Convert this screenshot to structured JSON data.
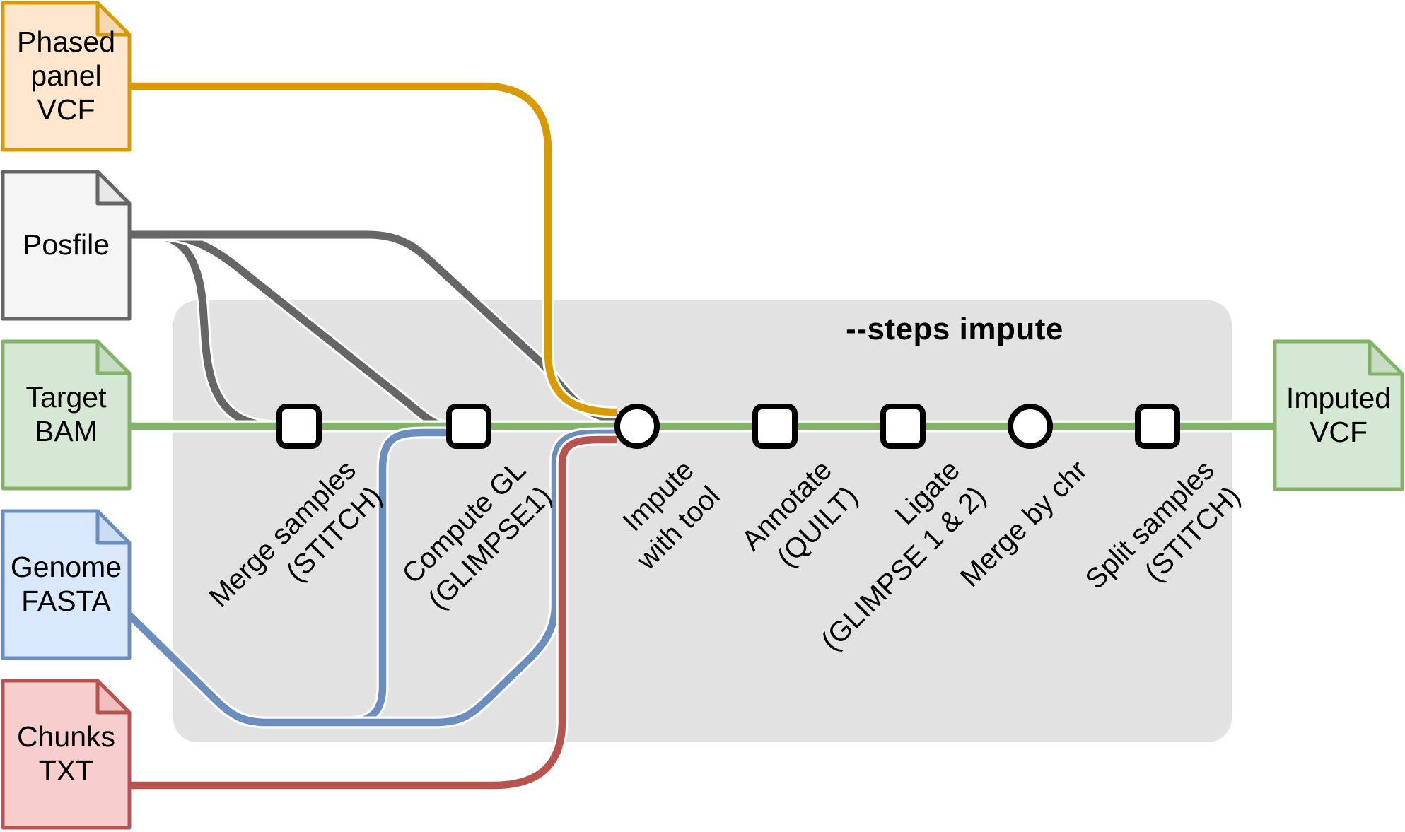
{
  "title": "--steps impute",
  "colors": {
    "accent_orange": "#D79B00",
    "accent_gray": "#666666",
    "accent_green": "#82B366",
    "accent_blue": "#6C8EBF",
    "accent_red": "#B85450",
    "steps_box_fill": "#E2E2E2",
    "node_fill": "#FFFFFF",
    "node_stroke": "#000000"
  },
  "files": [
    {
      "id": "phased-panel-vcf",
      "label": "Phased\npanel\nVCF",
      "fill": "#FFE6CC",
      "stroke": "#D79B00"
    },
    {
      "id": "posfile",
      "label": "Posfile",
      "fill": "#F5F5F5",
      "stroke": "#666666"
    },
    {
      "id": "target-bam",
      "label": "Target\nBAM",
      "fill": "#D5E8D4",
      "stroke": "#82B366"
    },
    {
      "id": "genome-fasta",
      "label": "Genome\nFASTA",
      "fill": "#DAE8FC",
      "stroke": "#6C8EBF"
    },
    {
      "id": "chunks-txt",
      "label": "Chunks\nTXT",
      "fill": "#F8CECC",
      "stroke": "#B85450"
    },
    {
      "id": "imputed-vcf",
      "label": "Imputed\nVCF",
      "fill": "#D5E8D4",
      "stroke": "#82B366"
    }
  ],
  "steps": [
    {
      "id": "merge-samples",
      "label": "Merge samples\n(STITCH)",
      "shape": "square"
    },
    {
      "id": "compute-gl",
      "label": "Compute GL\n(GLIMPSE1)",
      "shape": "square"
    },
    {
      "id": "impute",
      "label": "Impute\nwith tool",
      "shape": "circle"
    },
    {
      "id": "annotate",
      "label": "Annotate\n(QUILT)",
      "shape": "square"
    },
    {
      "id": "ligate",
      "label": "Ligate\n(GLIMPSE 1 & 2)",
      "shape": "square"
    },
    {
      "id": "merge-by-chr",
      "label": "Merge by chr",
      "shape": "circle"
    },
    {
      "id": "split-samples",
      "label": "Split samples\n(STITCH)",
      "shape": "square"
    }
  ],
  "edges": [
    {
      "from": "phased-panel-vcf",
      "to": "impute",
      "color": "#D79B00"
    },
    {
      "from": "posfile",
      "to": "merge-samples",
      "color": "#666666"
    },
    {
      "from": "posfile",
      "to": "compute-gl",
      "color": "#666666"
    },
    {
      "from": "posfile",
      "to": "impute",
      "color": "#666666"
    },
    {
      "from": "target-bam",
      "to": "imputed-vcf",
      "color": "#82B366"
    },
    {
      "from": "genome-fasta",
      "to": "compute-gl",
      "color": "#6C8EBF"
    },
    {
      "from": "genome-fasta",
      "to": "impute",
      "color": "#6C8EBF"
    },
    {
      "from": "chunks-txt",
      "to": "impute",
      "color": "#B85450"
    }
  ]
}
